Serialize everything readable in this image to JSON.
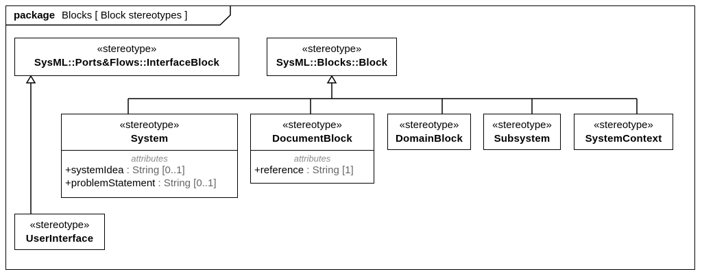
{
  "frame": {
    "keyword": "package",
    "name": "Blocks [ Block stereotypes ]"
  },
  "blocks": {
    "interface_block": {
      "stereotype": "«stereotype»",
      "name": "SysML::Ports&Flows::InterfaceBlock"
    },
    "block": {
      "stereotype": "«stereotype»",
      "name": "SysML::Blocks::Block"
    },
    "system": {
      "stereotype": "«stereotype»",
      "name": "System",
      "section_title": "attributes",
      "attributes": [
        {
          "name": "+systemIdea",
          "type": " : String [0..1]"
        },
        {
          "name": "+problemStatement",
          "type": " : String [0..1]"
        }
      ]
    },
    "document_block": {
      "stereotype": "«stereotype»",
      "name": "DocumentBlock",
      "section_title": "attributes",
      "attributes": [
        {
          "name": "+reference",
          "type": " : String [1]"
        }
      ]
    },
    "domain_block": {
      "stereotype": "«stereotype»",
      "name": "DomainBlock"
    },
    "subsystem": {
      "stereotype": "«stereotype»",
      "name": "Subsystem"
    },
    "system_context": {
      "stereotype": "«stereotype»",
      "name": "SystemContext"
    },
    "user_interface": {
      "stereotype": "«stereotype»",
      "name": "UserInterface"
    }
  }
}
